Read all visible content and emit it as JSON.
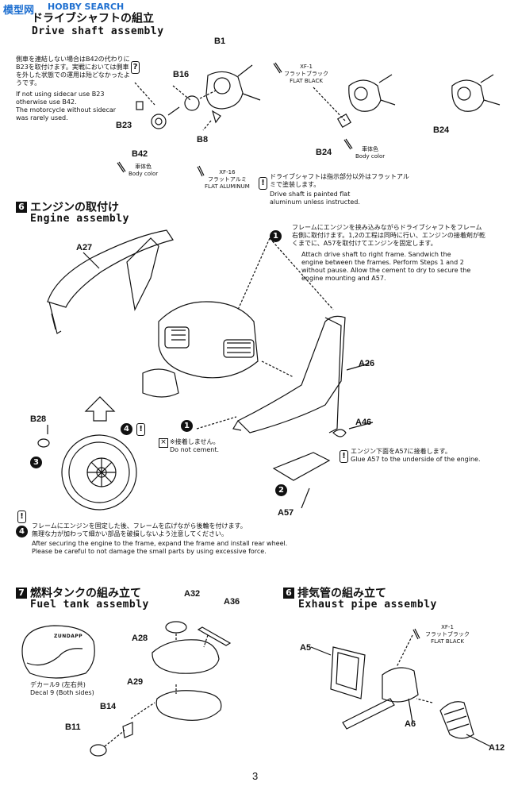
{
  "watermark": {
    "site": "模型网",
    "tag": "HOBBY SEARCH"
  },
  "step5": {
    "title_jp": "ドライブシャフトの組立",
    "title_en": "Drive shaft assembly",
    "note_jp": "側車を連結しない場合はB42の代わりにB23を取付けます。実戦においては側車を外した状態での運用は殆どなかったようです。",
    "note_en_1": "If not using sidecar use B23",
    "note_en_2": "otherwise use B42.",
    "note_en_3": "The motorcycle without sidecar",
    "note_en_4": "was rarely used.",
    "parts": {
      "b1": "B1",
      "b16": "B16",
      "b23": "B23",
      "b42": "B42",
      "b8": "B8",
      "b24a": "B24",
      "b24b": "B24"
    },
    "paint_body": {
      "jp": "車体色",
      "en": "Body color"
    },
    "paint_xf16": {
      "code": "XF-16",
      "jp": "フラットアルミ",
      "en": "FLAT ALUMINUM"
    },
    "paint_xf1": {
      "code": "XF-1",
      "jp": "フラットブラック",
      "en": "FLAT BLACK"
    },
    "paint_body2": {
      "jp": "車体色",
      "en": "Body color"
    },
    "shaft_note_jp": "ドライブシャフトは指示部分以外はフラットアルミで塗装します。",
    "shaft_note_en_1": "Drive shaft is painted flat",
    "shaft_note_en_2": "aluminum unless instructed."
  },
  "step6": {
    "num": "6",
    "title_jp": "エンジンの取付け",
    "title_en": "Engine assembly",
    "instr_jp": "フレームにエンジンを挟み込みながらドライブシャフトをフレーム右側に取付けます。1,2の工程は同時に行い、エンジンの接着剤が乾くまでに、A57を取付けてエンジンを固定します。",
    "instr_en_1": "Attach drive shaft to right frame. Sandwich the",
    "instr_en_2": "engine between the frames. Perform Steps 1 and 2",
    "instr_en_3": "without pause. Allow the cement to dry to secure the",
    "instr_en_4": "engine mounting and A57.",
    "parts": {
      "a27": "A27",
      "a26": "A26",
      "a46": "A46",
      "b28": "B28",
      "a57": "A57"
    },
    "nocement_jp": "※接着しません。",
    "nocement_en": "Do not cement.",
    "a57_jp": "エンジン下面をA57に接着します。",
    "a57_en": "Glue A57 to the underside of the engine.",
    "final_jp_1": "フレームにエンジンを固定した後、フレームを広げながら後輪を付けます。",
    "final_jp_2": "無理な力が加わって細かい部品を破損しないよう注意してください。",
    "final_en_1": "After securing the engine to the frame, expand the frame and install rear wheel.",
    "final_en_2": "Please be careful to not damage the small parts by using excessive force.",
    "c1": "1",
    "c2": "2",
    "c3": "3",
    "c4": "4"
  },
  "step7": {
    "num": "7",
    "title_jp": "燃料タンクの組み立て",
    "title_en": "Fuel tank assembly",
    "decal_jp": "デカール9 (左右共)",
    "decal_en": "Decal 9 (Both sides)",
    "tank_mark": "ZUNDAPP",
    "parts": {
      "a32": "A32",
      "a36": "A36",
      "a28": "A28",
      "a29": "A29",
      "b14": "B14",
      "b11": "B11"
    }
  },
  "step8": {
    "num": "6",
    "title_jp": "排気管の組み立て",
    "title_en": "Exhaust pipe assembly",
    "paint_xf1": {
      "code": "XF-1",
      "jp": "フラットブラック",
      "en": "FLAT BLACK"
    },
    "parts": {
      "a5": "A5",
      "a6": "A6",
      "a12": "A12"
    }
  },
  "page_number": "3",
  "colors": {
    "ink": "#111111",
    "watermark": "#1e6fd0"
  }
}
